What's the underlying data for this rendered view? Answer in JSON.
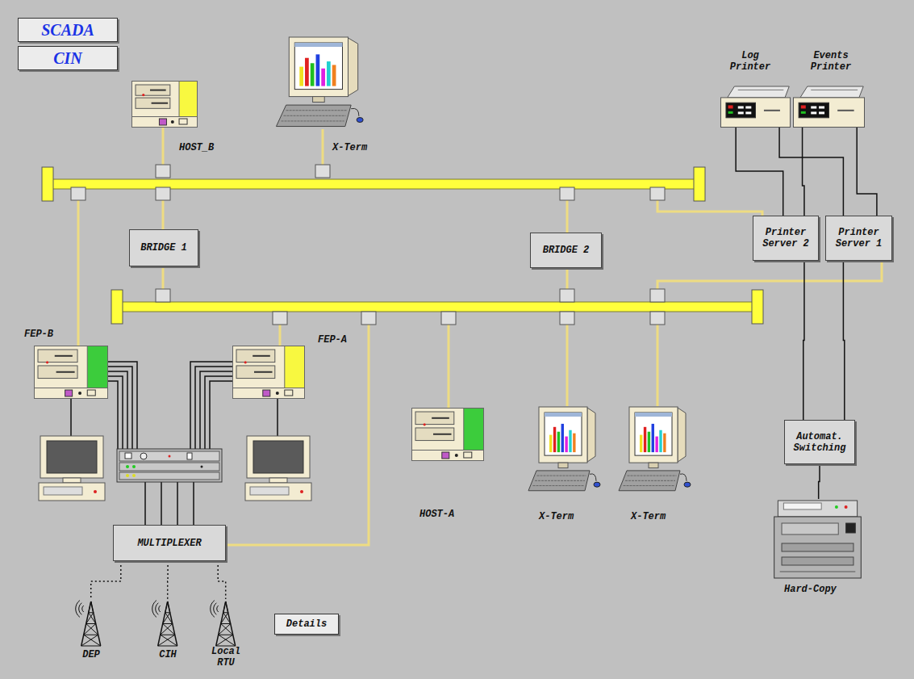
{
  "diagram": {
    "nodes": [
      {
        "text": [
          "SCADA"
        ]
      },
      {
        "text": [
          "CIN"
        ]
      },
      {
        "text": [
          "HOST_B"
        ]
      },
      {
        "text": [
          "X-Term"
        ]
      },
      {
        "text": [
          "Log Printer"
        ]
      },
      {
        "text": [
          "Events Printer"
        ]
      },
      {
        "text": [
          "BRIDGE 1"
        ]
      },
      {
        "text": [
          "BRIDGE 2"
        ]
      },
      {
        "text": [
          "Printer Server 2"
        ]
      },
      {
        "text": [
          "Printer Server 1"
        ]
      },
      {
        "text": [
          "FEP-B"
        ]
      },
      {
        "text": [
          "FEP-A"
        ]
      },
      {
        "text": [
          "HOST-A"
        ]
      },
      {
        "text": [
          "X-Term"
        ]
      },
      {
        "text": [
          "X-Term"
        ]
      },
      {
        "text": [
          "Automat. Switching"
        ]
      },
      {
        "text": [
          "MULTIPLEXER"
        ]
      },
      {
        "text": [
          "Hard-Copy"
        ]
      },
      {
        "text": [
          "DEP"
        ]
      },
      {
        "text": [
          "CIH"
        ]
      },
      {
        "text": [
          "Local RTU"
        ]
      },
      {
        "text": [
          "Details"
        ]
      }
    ],
    "edges": [
      {
        "from": 4,
        "to": 8,
        "arrow": "none"
      },
      {
        "from": 4,
        "to": 9,
        "arrow": "none"
      },
      {
        "from": 5,
        "to": 8,
        "arrow": "none"
      },
      {
        "from": 5,
        "to": 9,
        "arrow": "none"
      },
      {
        "from": 8,
        "to": 15,
        "arrow": "none"
      },
      {
        "from": 9,
        "to": 15,
        "arrow": "none"
      },
      {
        "from": 15,
        "to": 17,
        "arrow": "none"
      },
      {
        "from": 16,
        "to": 18,
        "arrow": "none"
      },
      {
        "from": 16,
        "to": 19,
        "arrow": "none"
      },
      {
        "from": 16,
        "to": 20,
        "arrow": "none"
      }
    ]
  }
}
